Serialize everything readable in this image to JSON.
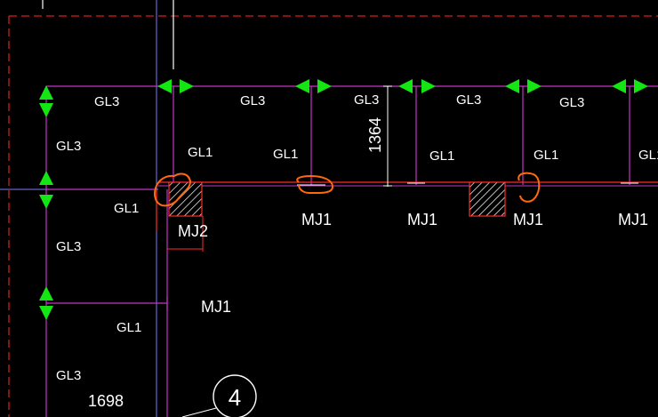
{
  "drawing": {
    "background": "#000000",
    "colors": {
      "beam_line": "#c832c8",
      "wall_line": "#ff2a2a",
      "border_dash": "#ff2a2a",
      "arrow": "#14e614",
      "markup": "#ff6a10",
      "text": "#ffffff",
      "axis_line": "#9a9aff"
    },
    "labels": {
      "gl3_top": [
        "GL3",
        "GL3",
        "GL3",
        "GL3",
        "GL3"
      ],
      "gl1_vertical": [
        "GL1",
        "GL1",
        "GL1",
        "GL1",
        "GL1"
      ],
      "gl3_left": [
        "GL3",
        "GL3",
        "GL3"
      ],
      "gl1_left": [
        "GL1",
        "GL1"
      ],
      "mj1_row": [
        "MJ1",
        "MJ1",
        "MJ1",
        "MJ1"
      ],
      "mj1_left": "MJ1",
      "mj2": "MJ2",
      "dim_vertical": "1364",
      "dim_bottom": "1698",
      "axis_bubble": "4"
    },
    "icons": {
      "arrow": "triangle-arrow-icon",
      "hatch": "hatched-column-icon",
      "markup": "revision-cloud-icon"
    }
  }
}
